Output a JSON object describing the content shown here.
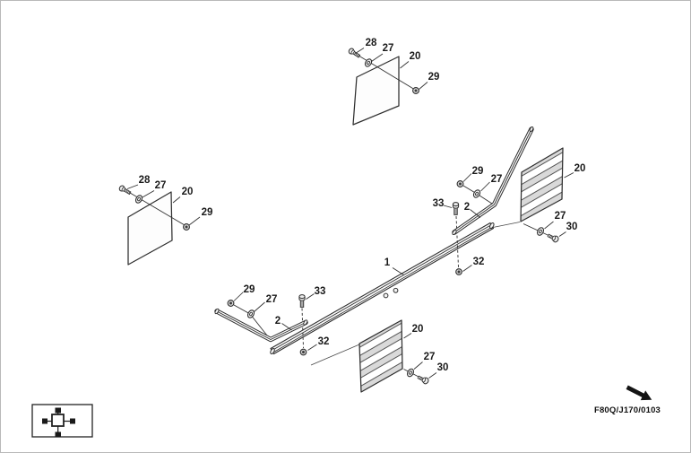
{
  "figure": {
    "code": "F80Q/J170/0103"
  },
  "colors": {
    "line": "#2e2e2e",
    "hatch_fill": "#d9d9d9",
    "paper": "#ffffff",
    "frame": "#b9b9b9",
    "label": "#1a1a1a",
    "arrow": "#141414"
  },
  "callouts": {
    "top_assembly": {
      "screw": "28",
      "washer": "27",
      "panel": "20",
      "nut": "29"
    },
    "left_assembly": {
      "screw": "28",
      "washer": "27",
      "panel": "20",
      "nut": "29"
    },
    "rail": {
      "number": "1"
    },
    "upper_attachment": {
      "nut": "29",
      "washer": "27",
      "bolt": "33",
      "rod": "2",
      "lock_nut": "32"
    },
    "right_panel": {
      "panel": "20",
      "washer": "27",
      "screw": "30"
    },
    "lower_attachment": {
      "nut": "29",
      "washer": "27",
      "rod": "2",
      "bolt": "33",
      "lock_nut": "32"
    },
    "bottom_panel": {
      "panel": "20",
      "washer": "27",
      "screw": "30"
    }
  },
  "icons": {
    "orientation_box": "cab-orientation-icon",
    "direction_arrow": "forward-direction-arrow-icon"
  }
}
